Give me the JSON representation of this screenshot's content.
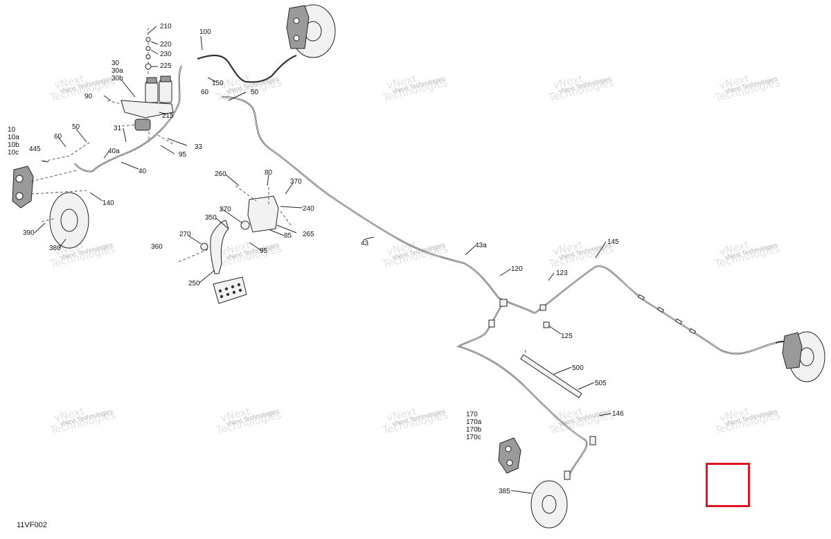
{
  "figure_code": "11VF002",
  "watermark": {
    "line1": "vNext",
    "line2": "Technologies",
    "full": "vNext Technologies"
  },
  "highlight_color": "#e0141e",
  "callouts": [
    "210",
    "220",
    "230",
    "225",
    "100",
    "30",
    "30a",
    "30b",
    "150",
    "90",
    "60",
    "50",
    "215",
    "31",
    "33",
    "95",
    "40a",
    "40",
    "10",
    "10a",
    "10b",
    "10c",
    "445",
    "60",
    "50",
    "140",
    "390",
    "380",
    "260",
    "80",
    "370",
    "240",
    "270",
    "350",
    "265",
    "85",
    "270",
    "95",
    "360",
    "250",
    "43",
    "43a",
    "145",
    "120",
    "123",
    "125",
    "500",
    "505",
    "170",
    "170a",
    "170b",
    "170c",
    "146",
    "385"
  ]
}
